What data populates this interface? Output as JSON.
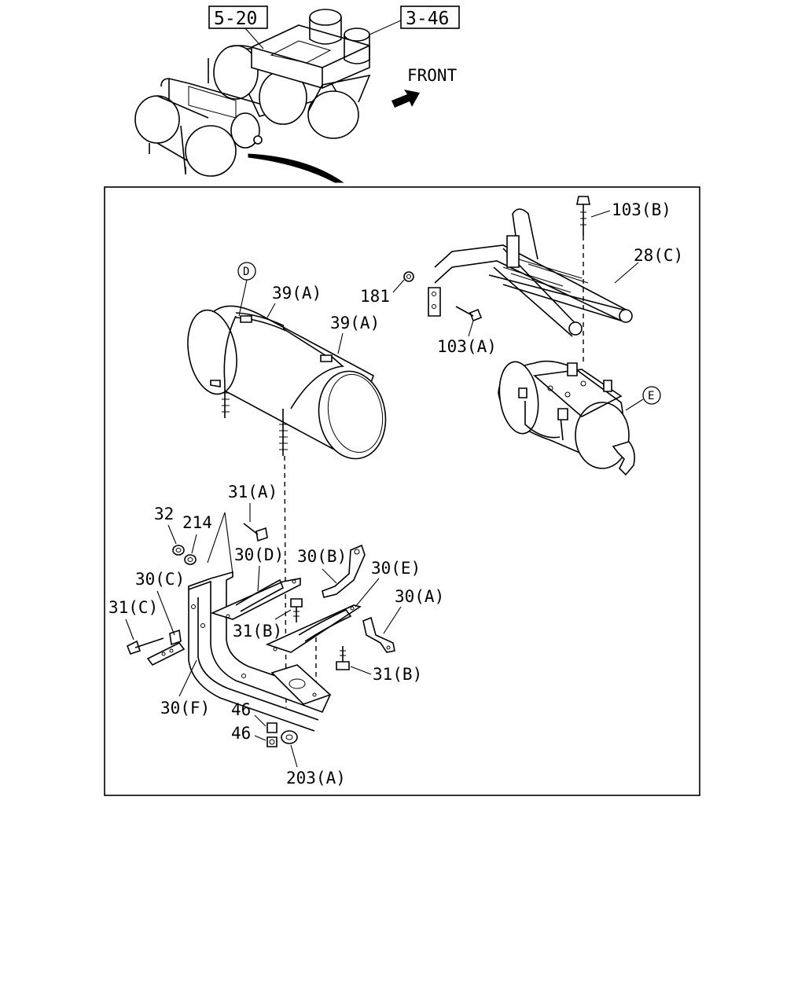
{
  "diagram": {
    "references": [
      "5-20",
      "3-46"
    ],
    "direction_label": "FRONT",
    "circle_labels": [
      "D",
      "E"
    ],
    "part_labels": [
      "103(B)",
      "28(C)",
      "181",
      "103(A)",
      "39(A)",
      "39(A)",
      "31(A)",
      "32",
      "214",
      "30(D)",
      "30(B)",
      "30(E)",
      "30(C)",
      "30(A)",
      "31(C)",
      "31(B)",
      "31(B)",
      "30(F)",
      "46",
      "46",
      "203(A)"
    ]
  }
}
